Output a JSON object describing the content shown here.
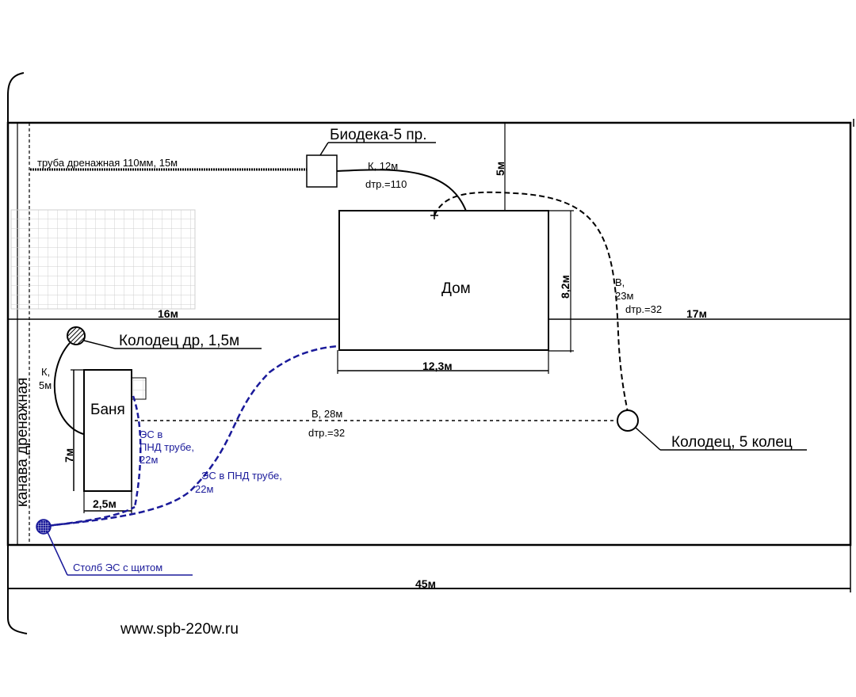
{
  "labels": {
    "biodeka": "Биодека-5 пр.",
    "drain_pipe": "труба дренажная 110мм, 15м",
    "sewer_k12": "К, 12м",
    "sewer_d110": "dтр.=110",
    "dim_5": "5м",
    "house": "Дом",
    "dim_8_2": "8,2м",
    "water_b23": "В,",
    "water_23m": "23м",
    "water_d32_top": "dтр.=32",
    "dim_16": "16м",
    "dim_17": "17м",
    "well_drain": "Колодец др, 1,5м",
    "sewer_k5_k": "К,",
    "sewer_k5_m": "5м",
    "dim_12_3": "12,3м",
    "sauna": "Баня",
    "water_b28": "В,  28м",
    "water_d32_bottom": "dтр.=32",
    "well_5": "Колодец, 5 колец",
    "es_short_1": "ЭС в",
    "es_short_2": "ПНД трубе,",
    "es_short_3": "22м",
    "es_long_1": "ЭС в ПНД трубе,",
    "es_long_2": "22м",
    "dim_7": "7м",
    "dim_2_5": "2,5м",
    "ditch": "канава дренажная",
    "pole": "Столб ЭС с щитом",
    "dim_45": "45м",
    "website": "www.spb-220w.ru"
  },
  "colors": {
    "line": "#000000",
    "electric": "#1a1a9a",
    "grid": "#cfcfcf"
  }
}
